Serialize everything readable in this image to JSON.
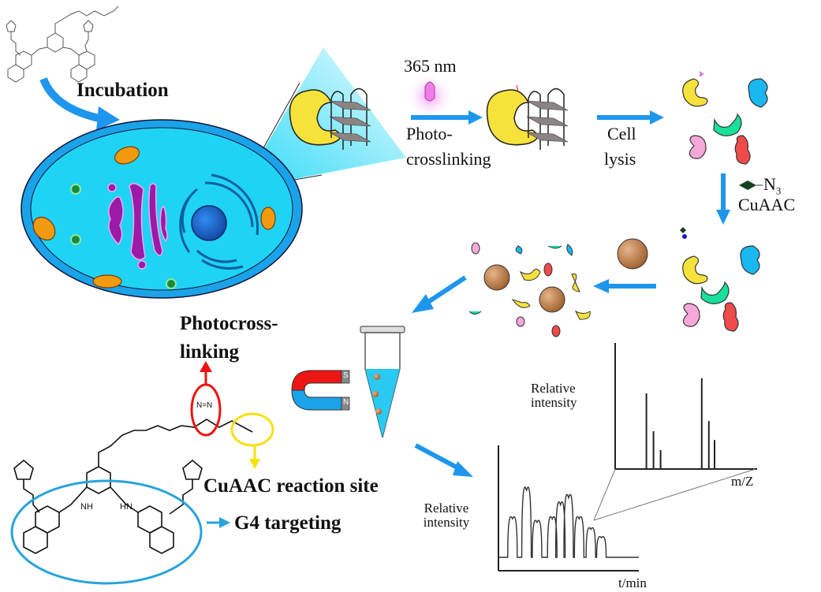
{
  "labels": {
    "incubation": "Incubation",
    "wavelength": "365 nm",
    "photocrosslinking_step": [
      "Photo-",
      "crosslinking"
    ],
    "cell_lysis": [
      "Cell",
      "lysis"
    ],
    "azide": "N",
    "azide_sub": "3",
    "cuaac": "CuAAC",
    "photocross_site": [
      "Photocross-",
      "linking"
    ],
    "cuaac_site": "CuAAC reaction site",
    "g4_targeting": "G4 targeting",
    "diazirine": "N=N",
    "amide_nh_left": "NH",
    "amide_nh_right": "HN",
    "magnet_s": "S",
    "magnet_n": "N"
  },
  "colors": {
    "arrow_blue": "#1e96ee",
    "cell_fill": "#1fd3f5",
    "cell_membrane": "#1aa3e8",
    "golgi": "#9b1aa8",
    "mito": "#f29a0f",
    "nucleus": "#1a57b8",
    "protein_yellow": "#f7e23c",
    "protein_blue": "#19b8f0",
    "protein_green": "#19e09a",
    "protein_pink": "#f8a8d8",
    "protein_red": "#ef4b4b",
    "bead": "#b5703a",
    "highlight_red": "#ee1111",
    "highlight_yellow": "#f7e010",
    "highlight_blue": "#27a3dc"
  },
  "chart_data": [
    {
      "type": "line",
      "title": "",
      "xlabel": "t/min",
      "ylabel": "Relative intensity",
      "description": "Chromatogram with Gaussian-like peaks",
      "peaks": [
        {
          "x": 1.2,
          "height": 0.55
        },
        {
          "x": 2.4,
          "height": 0.95
        },
        {
          "x": 3.3,
          "height": 0.5
        },
        {
          "x": 4.6,
          "height": 0.55
        },
        {
          "x": 5.3,
          "height": 0.75
        },
        {
          "x": 6.0,
          "height": 0.85
        },
        {
          "x": 6.9,
          "height": 0.55
        },
        {
          "x": 7.9,
          "height": 0.4
        },
        {
          "x": 8.8,
          "height": 0.28
        }
      ],
      "xlim": [
        0,
        12
      ],
      "ylim": [
        0,
        1.6
      ],
      "zoomed_peak_index": 6
    },
    {
      "type": "bar",
      "title": "",
      "xlabel": "m/Z",
      "ylabel": "Relative intensity",
      "description": "Mass spectrum stick plot",
      "sticks": [
        {
          "x": 2.2,
          "height": 0.6
        },
        {
          "x": 2.7,
          "height": 0.3
        },
        {
          "x": 3.2,
          "height": 0.15
        },
        {
          "x": 6.1,
          "height": 0.72
        },
        {
          "x": 6.6,
          "height": 0.38
        },
        {
          "x": 7.0,
          "height": 0.23
        }
      ],
      "xlim": [
        0,
        10
      ],
      "ylim": [
        0,
        1.0
      ]
    }
  ]
}
